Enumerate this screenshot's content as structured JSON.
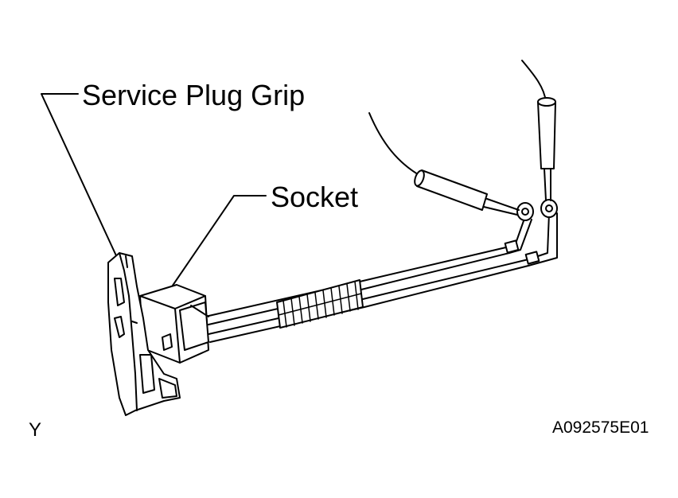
{
  "labels": {
    "service_plug_grip": "Service Plug Grip",
    "socket": "Socket",
    "view_marker": "Y",
    "figure_code": "A092575E01"
  },
  "colors": {
    "ink": "#000000",
    "background": "#ffffff"
  }
}
